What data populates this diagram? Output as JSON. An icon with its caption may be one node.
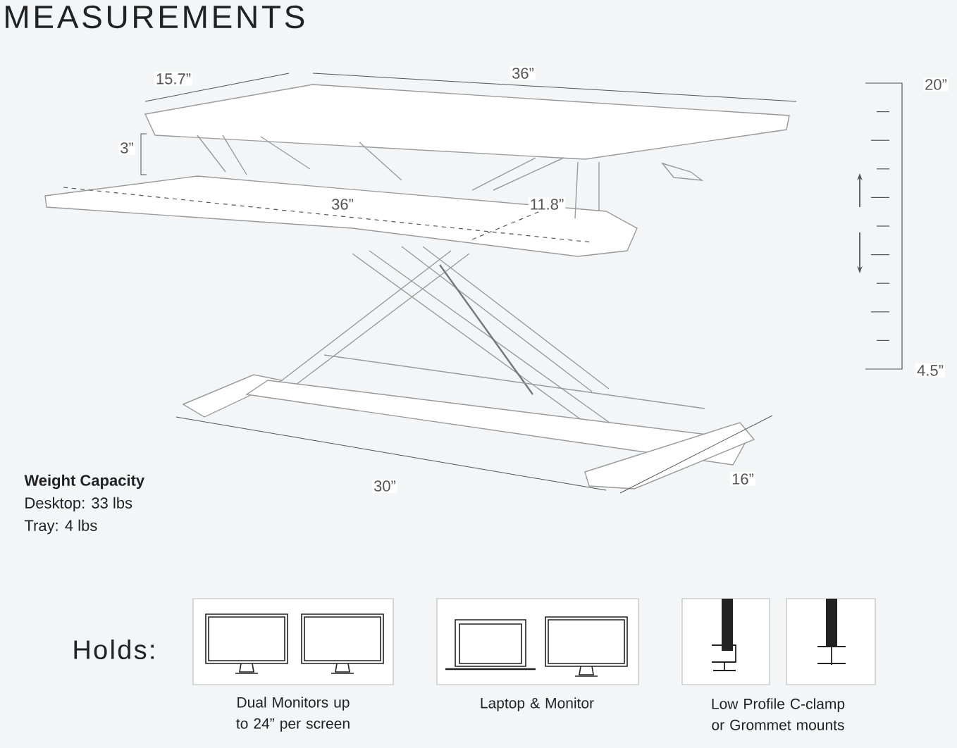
{
  "diagram": {
    "title": "MEASUREMENTS",
    "labels": [
      "15.7”",
      "36”",
      "20”",
      "3”",
      "36”",
      "11.8”",
      "4.5”",
      "30”",
      "16”",
      "Weight Capacity",
      "Desktop: 33 lbs",
      "Tray: 4 lbs",
      "Holds:",
      "Dual Monitors up to 24” per screen",
      "Laptop & Monitor",
      "Low Profile C-clamp or Grommet mounts"
    ]
  }
}
